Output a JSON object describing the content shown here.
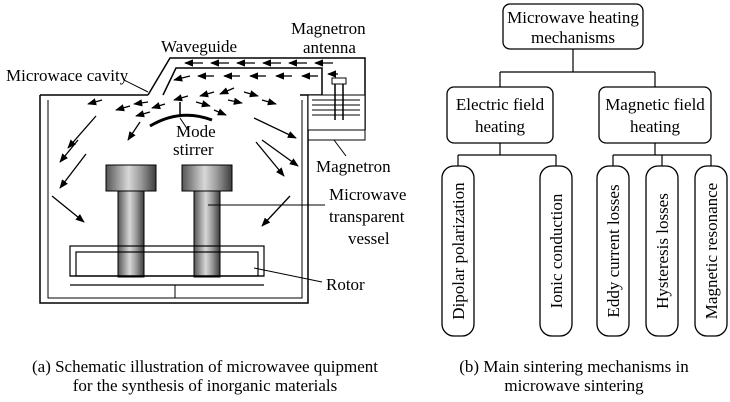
{
  "left_figure": {
    "labels": {
      "waveguide": "Waveguide",
      "magnetron_antenna_1": "Magnetron",
      "magnetron_antenna_2": "antenna",
      "cavity": "Microwace cavity",
      "mode_stirrer_1": "Mode",
      "mode_stirrer_2": "stirrer",
      "magnetron": "Magnetron",
      "vessel_1": "Microwave",
      "vessel_2": "transparent",
      "vessel_3": "vessel",
      "rotor": "Rotor"
    },
    "caption_line1": "(a) Schematic illustration of microwavee quipment",
    "caption_line2": "for the synthesis of inorganic materials"
  },
  "right_figure": {
    "root_1": "Microwave heating",
    "root_2": "mechanisms",
    "electric_1": "Electric field",
    "electric_2": "heating",
    "magnetic_1": "Magnetic field",
    "magnetic_2": "heating",
    "leaves": [
      "Dipolar polarization",
      "Ionic conduction",
      "Eddy current losses",
      "Hysteresis losses",
      "Magnetic resonance"
    ],
    "caption_line1": "(b) Main sintering mechanisms in",
    "caption_line2": "microwave sintering"
  },
  "colors": {
    "line": "#000000",
    "pillar_dark": "#4a4a4a",
    "pillar_light": "#d8d8d8"
  }
}
